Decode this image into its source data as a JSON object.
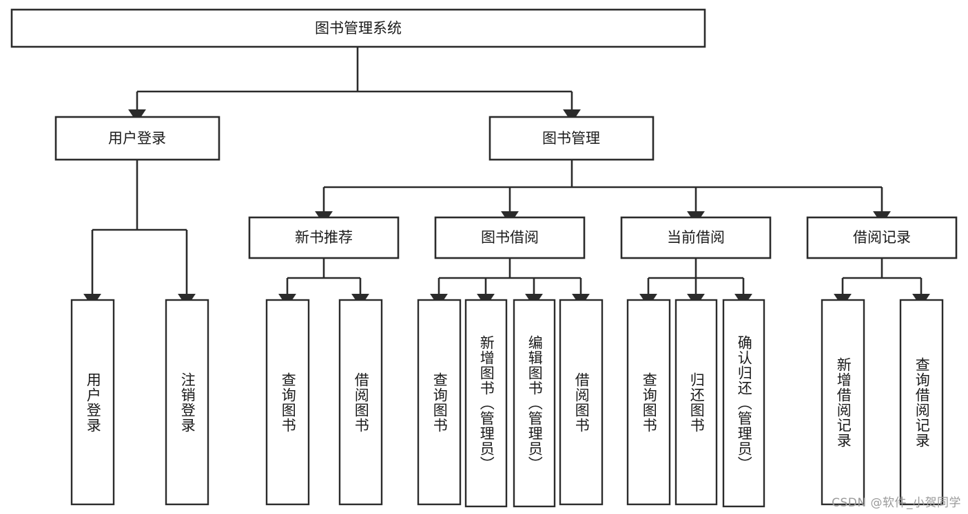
{
  "diagram": {
    "type": "tree-hierarchy",
    "title": "图书管理系统",
    "watermark": "CSDN @软件_小贺同学",
    "colors": {
      "stroke": "#2b2b2b",
      "fill": "#ffffff",
      "text": "#1a1a1a",
      "watermark": "#9a9a9a"
    },
    "levels": {
      "root": {
        "label": "图书管理系统"
      },
      "level2": [
        {
          "label": "用户登录"
        },
        {
          "label": "图书管理"
        }
      ],
      "level3": [
        {
          "label": "新书推荐"
        },
        {
          "label": "图书借阅"
        },
        {
          "label": "当前借阅"
        },
        {
          "label": "借阅记录"
        }
      ],
      "leaves_user_login": [
        {
          "label": "用户登录"
        },
        {
          "label": "注销登录"
        }
      ],
      "leaves_new_book": [
        {
          "label": "查询图书"
        },
        {
          "label": "借阅图书"
        }
      ],
      "leaves_borrow": [
        {
          "label": "查询图书"
        },
        {
          "label": "新增图书（管理员）"
        },
        {
          "label": "编辑图书（管理员）"
        },
        {
          "label": "借阅图书"
        }
      ],
      "leaves_current": [
        {
          "label": "查询图书"
        },
        {
          "label": "归还图书"
        },
        {
          "label": "确认归还（管理员）"
        }
      ],
      "leaves_records": [
        {
          "label": "新增借阅记录"
        },
        {
          "label": "查询借阅记录"
        }
      ]
    }
  }
}
